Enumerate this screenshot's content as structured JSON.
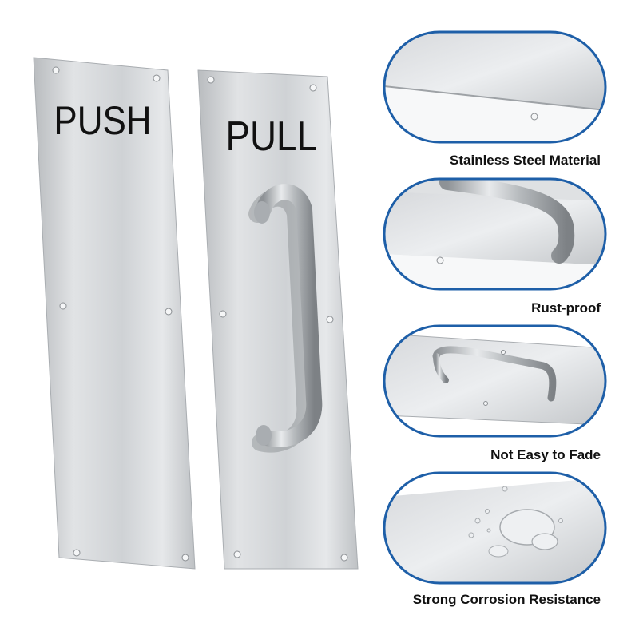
{
  "plates": {
    "push_label": "PUSH",
    "pull_label": "PULL"
  },
  "features": [
    {
      "caption": "Stainless Steel Material"
    },
    {
      "caption": "Rust-proof"
    },
    {
      "caption": "Not Easy to Fade"
    },
    {
      "caption": "Strong Corrosion Resistance"
    }
  ],
  "colors": {
    "frame_border": "#1e5fa8",
    "steel_light": "#e4e6e8",
    "steel_mid": "#c3c6c9",
    "steel_dark": "#9ea2a6",
    "label_text": "#111111"
  }
}
